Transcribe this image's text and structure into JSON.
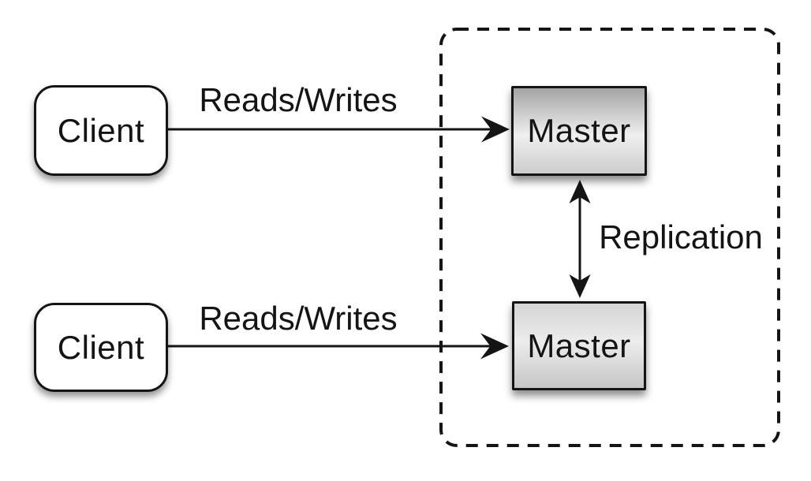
{
  "diagram": {
    "type": "architecture-diagram",
    "topic": "master-master-replication",
    "background": "#ffffff",
    "nodes": {
      "client_top": {
        "label": "Client",
        "shape": "rounded-rect",
        "fill": "#ffffff"
      },
      "client_bottom": {
        "label": "Client",
        "shape": "rounded-rect",
        "fill": "#ffffff"
      },
      "master_top": {
        "label": "Master",
        "shape": "rect",
        "fill_gradient": [
          "#a4a4a4",
          "#efefef",
          "#cdcdcd"
        ]
      },
      "master_bottom": {
        "label": "Master",
        "shape": "rect",
        "fill_gradient": [
          "#d4d4d4",
          "#ececec",
          "#c6c6c6"
        ]
      }
    },
    "edges": {
      "reads_writes_top": {
        "label": "Reads/Writes",
        "from": "client_top",
        "to": "master_top",
        "direction": "single"
      },
      "reads_writes_bottom": {
        "label": "Reads/Writes",
        "from": "client_bottom",
        "to": "master_bottom",
        "direction": "single"
      },
      "replication": {
        "label": "Replication",
        "from": "master_top",
        "to": "master_bottom",
        "direction": "double"
      }
    },
    "cluster": {
      "style": "dashed",
      "stroke": "#141414",
      "contains": [
        "master_top",
        "master_bottom"
      ]
    },
    "colors": {
      "line": "#141414",
      "text": "#141414"
    }
  }
}
